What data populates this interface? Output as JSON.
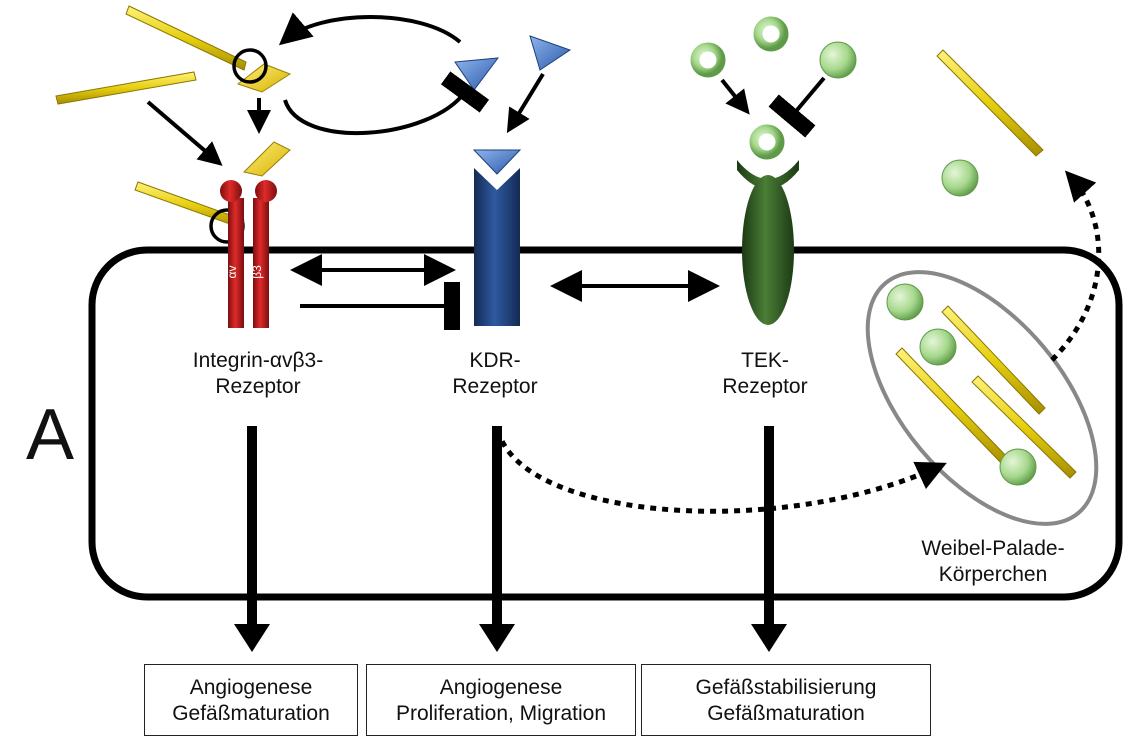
{
  "panel_label": "A",
  "receptors": {
    "integrin": {
      "line1": "Integrin-αvβ3-",
      "line2": "Rezeptor",
      "subunit_a": "αv",
      "subunit_b": "β3"
    },
    "kdr": {
      "line1": "KDR-",
      "line2": "Rezeptor"
    },
    "tek": {
      "line1": "TEK-",
      "line2": "Rezeptor"
    }
  },
  "weibel": {
    "line1": "Weibel-Palade-",
    "line2": "Körperchen"
  },
  "outcomes": [
    {
      "line1": "Angiogenese",
      "line2": "Gefäßmaturation"
    },
    {
      "line1": "Angiogenese",
      "line2": "Proliferation, Migration"
    },
    {
      "line1": "Gefäßstabilisierung",
      "line2": "Gefäßmaturation"
    }
  ],
  "colors": {
    "integrin": "#c41a1a",
    "kdr": "#1f3f7a",
    "vegf": "#3f6fb8",
    "tek": "#2f5a22",
    "angiopoietin": "#a8d890",
    "fibrin": "#e6d21a",
    "outline": "#000000"
  }
}
